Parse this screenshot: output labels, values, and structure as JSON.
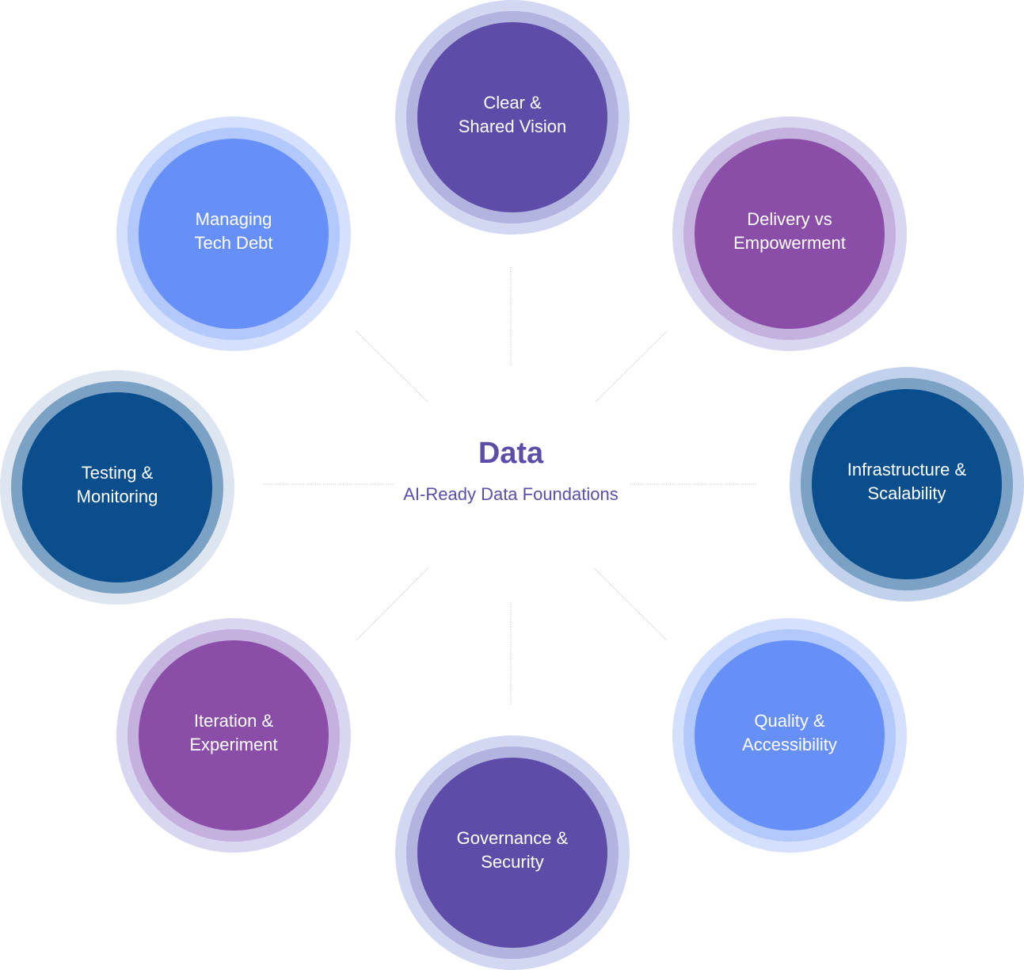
{
  "center": {
    "title": "Data",
    "subtitle": "AI-Ready Data Foundations"
  },
  "colors": {
    "purple": [
      "#D2D8F2",
      "#B3B3E0",
      "#5E4DA8"
    ],
    "magenta": [
      "#D9D6F2",
      "#C4B1DD",
      "#8B4EA8"
    ],
    "navy": [
      "#DDE6F0",
      "#7BA1C5",
      "#0A4E8E"
    ],
    "navy_alt": [
      "#C3D2EC",
      "#7BA1C5",
      "#0A4E8E"
    ],
    "blue": [
      "#D5E0FC",
      "#B3C8FB",
      "#6690F8"
    ],
    "line": "#B8B8B8"
  },
  "nodes": [
    {
      "id": "clear-shared-vision",
      "label": "Clear & Shared Vision",
      "theme": "purple"
    },
    {
      "id": "delivery-vs-empowerment",
      "label": "Delivery vs Empowerment",
      "theme": "magenta"
    },
    {
      "id": "infrastructure-scalability",
      "label": "Infrastructure & Scalability",
      "theme": "navy_alt"
    },
    {
      "id": "quality-accessibility",
      "label": "Quality & Accessibility",
      "theme": "blue"
    },
    {
      "id": "governance-security",
      "label": "Governance & Security",
      "theme": "purple"
    },
    {
      "id": "iteration-experiment",
      "label": "Iteration & Experiment",
      "theme": "magenta"
    },
    {
      "id": "testing-monitoring",
      "label": "Testing & Monitoring",
      "theme": "navy"
    },
    {
      "id": "managing-tech-debt",
      "label": "Managing Tech Debt",
      "theme": "blue"
    }
  ]
}
